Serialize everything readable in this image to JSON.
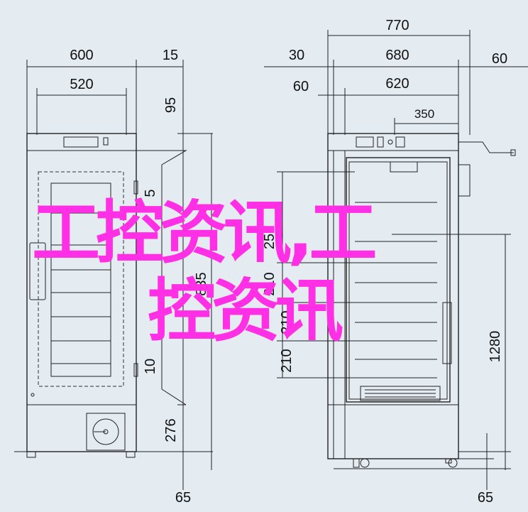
{
  "diagram": {
    "dims_top": [
      "600",
      "520",
      "15",
      "770",
      "30",
      "680",
      "60",
      "60",
      "620",
      "350"
    ],
    "dims_side": [
      "95",
      "5",
      "835",
      "10",
      "276",
      "25",
      "210",
      "210",
      "210",
      "1280"
    ],
    "dims_bottom": [
      "65",
      "65"
    ]
  },
  "watermark": {
    "line1": "工控资讯,工",
    "line2": "控资讯"
  }
}
